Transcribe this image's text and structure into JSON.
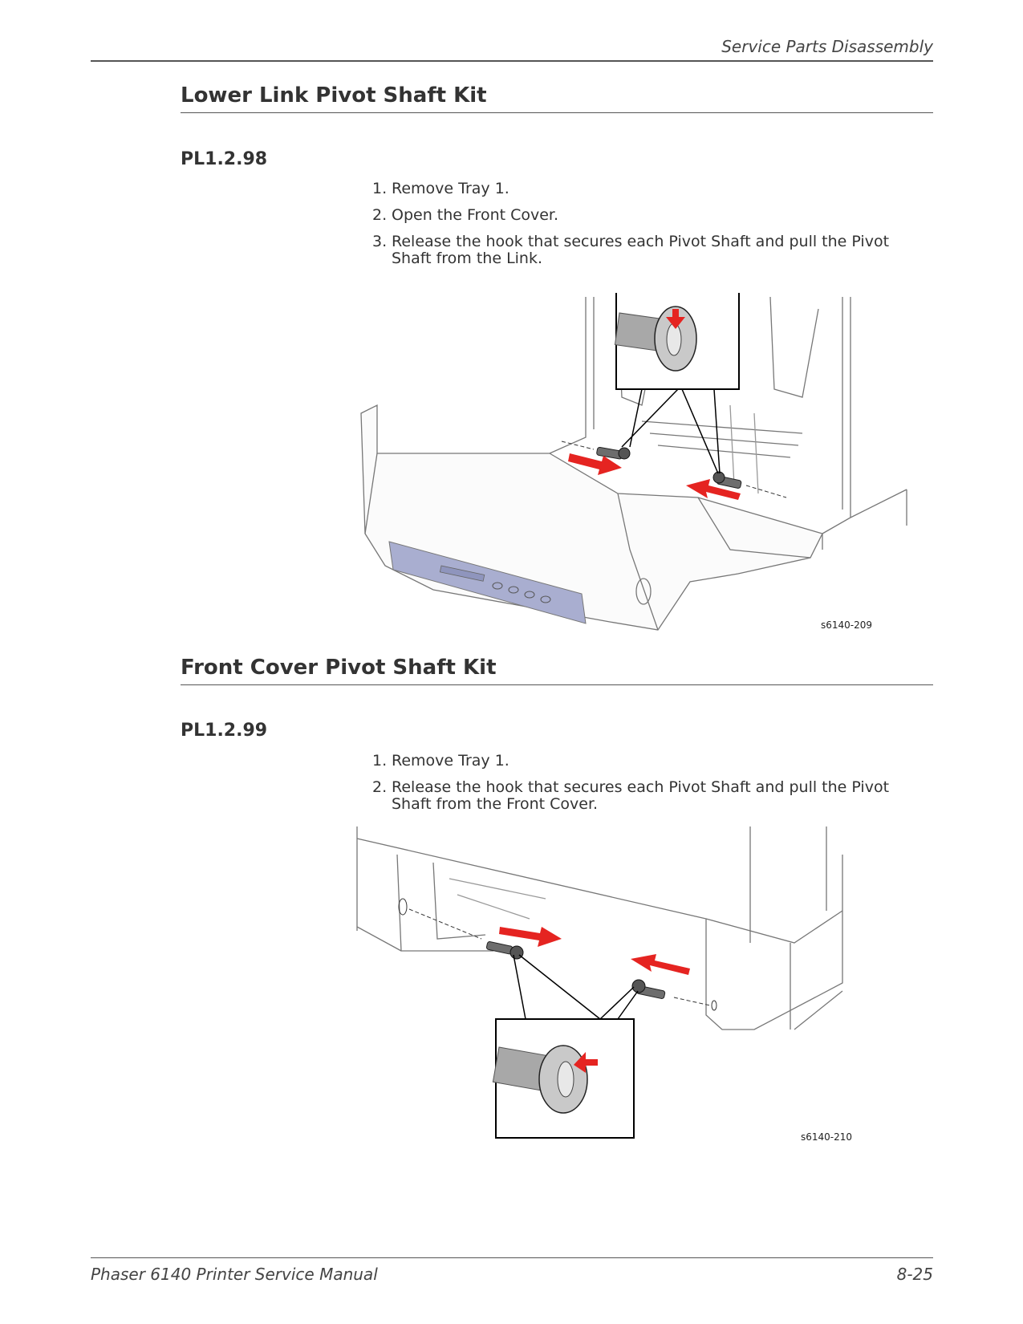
{
  "header": {
    "section": "Service Parts Disassembly"
  },
  "sections": [
    {
      "title": "Lower Link Pivot Shaft Kit",
      "part": "PL1.2.98",
      "steps": [
        {
          "num": "1.",
          "text": "Remove Tray 1."
        },
        {
          "num": "2.",
          "text": "Open the Front Cover."
        },
        {
          "num": "3.",
          "text": "Release the hook that secures each Pivot Shaft and pull the Pivot Shaft from the Link."
        }
      ],
      "figure_id": "s6140-209"
    },
    {
      "title": "Front Cover Pivot Shaft Kit",
      "part": "PL1.2.99",
      "steps": [
        {
          "num": "1.",
          "text": "Remove Tray 1."
        },
        {
          "num": "2.",
          "text": "Release the hook that secures each Pivot Shaft and pull the Pivot Shaft from the Front Cover."
        }
      ],
      "figure_id": "s6140-210"
    }
  ],
  "footer": {
    "manual": "Phaser 6140 Printer Service Manual",
    "page": "8-25"
  },
  "colors": {
    "arrow": "#e52421",
    "panel": "#a9aed0",
    "shaft": "#8a8a8a"
  }
}
